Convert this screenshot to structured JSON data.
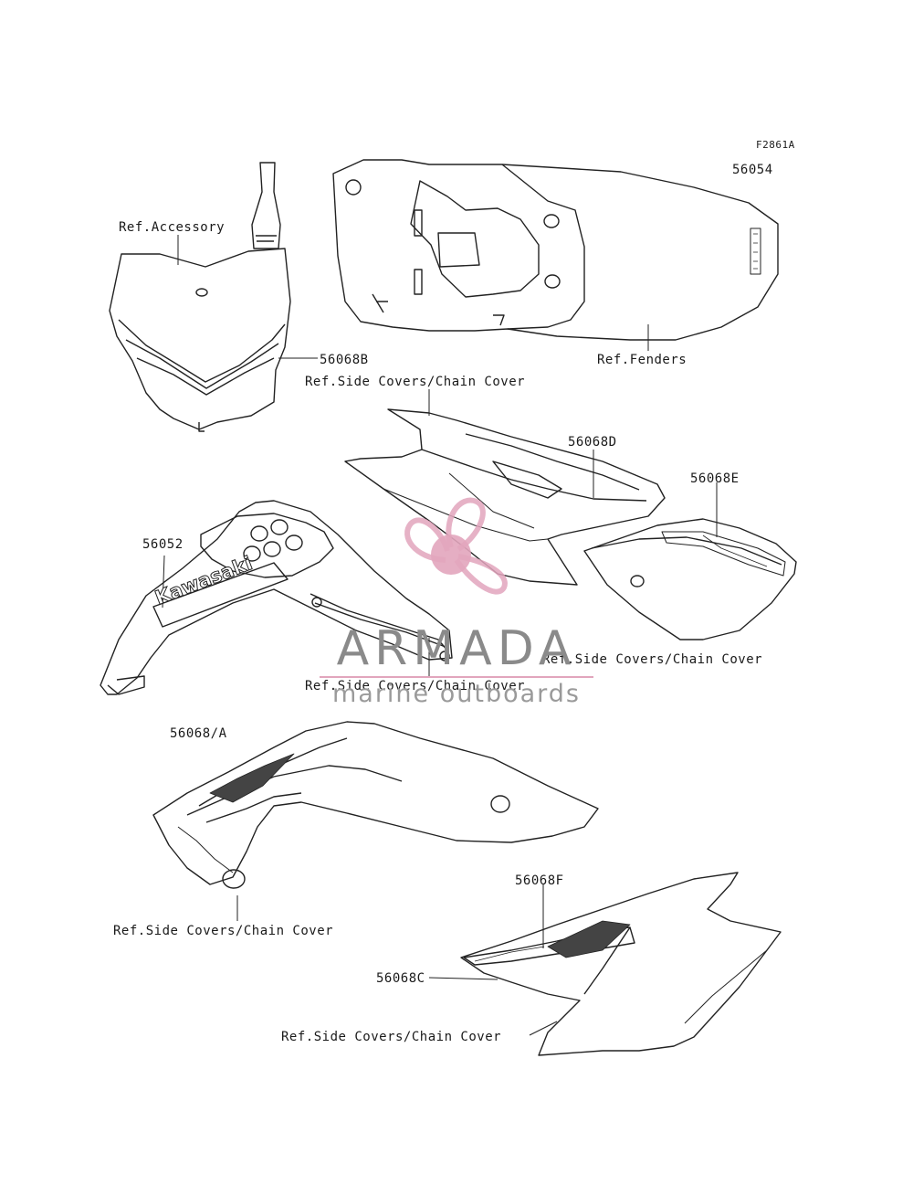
{
  "figure_code": "F2861A",
  "labels": {
    "p56054": "56054",
    "ref_accessory": "Ref.Accessory",
    "ref_fenders": "Ref.Fenders",
    "p56068b": "56068B",
    "ref_side_covers_1": "Ref.Side Covers/Chain Cover",
    "p56068d": "56068D",
    "p56068e": "56068E",
    "p56052": "56052",
    "ref_side_covers_2": "Ref.Side Covers/Chain Cover",
    "ref_side_covers_3": "Ref.Side Covers/Chain Cover",
    "p56068a": "56068/A",
    "ref_side_covers_4": "Ref.Side Covers/Chain Cover",
    "p56068f": "56068F",
    "p56068c": "56068C",
    "ref_side_covers_5": "Ref.Side Covers/Chain Cover"
  },
  "decal_text": {
    "shroud_logo": "Kawasaki"
  },
  "watermark": {
    "title": "ARMADA",
    "subtitle": "marine outboards",
    "accent_color": "#e2a5bd"
  }
}
